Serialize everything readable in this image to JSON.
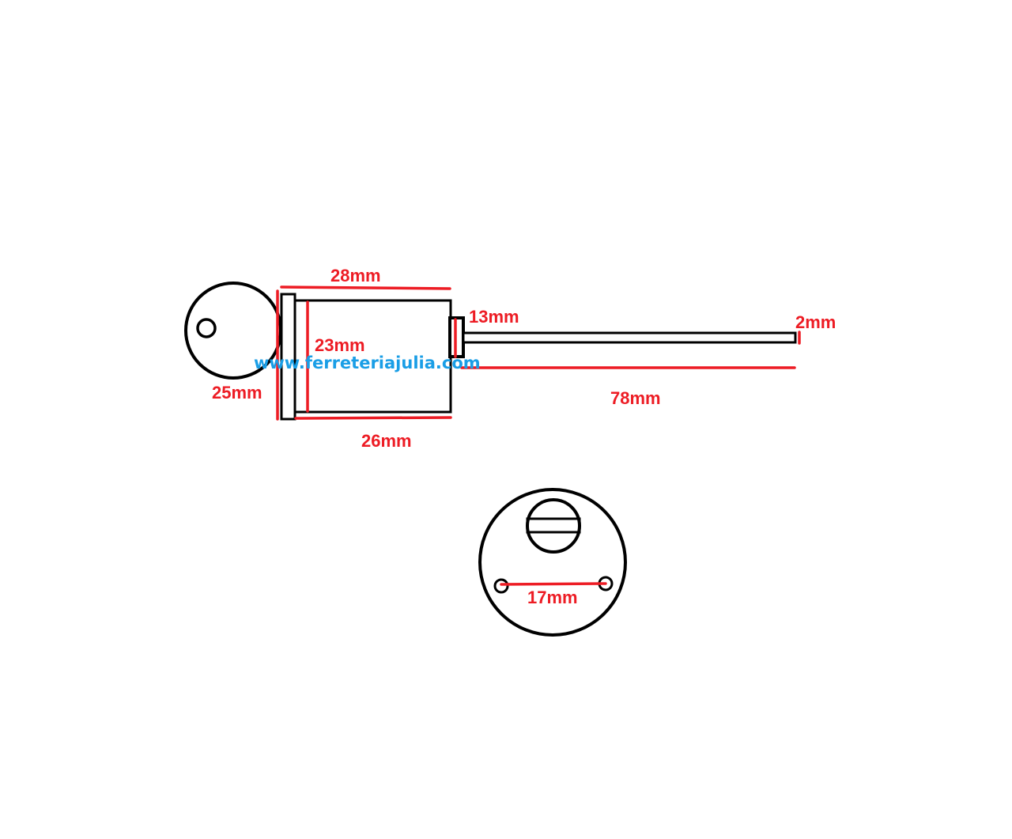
{
  "colors": {
    "outline": "#000000",
    "dimension": "#ed1c24",
    "watermark": "#1a9ee6",
    "background": "#ffffff"
  },
  "labels": {
    "flange_length": "28mm",
    "cylinder_diameter": "23mm",
    "flange_diameter": "25mm",
    "body_length": "26mm",
    "cam_size": "13mm",
    "bar_thickness": "2mm",
    "bar_length": "78mm",
    "hole_spacing": "17mm"
  },
  "watermark": {
    "text": "www.ferreteriajulia.com"
  }
}
